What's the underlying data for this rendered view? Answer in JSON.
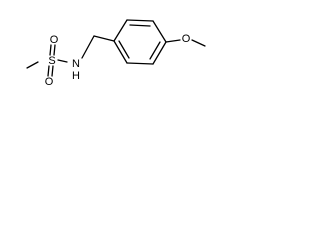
{
  "molecule": {
    "atoms": {
      "sulfur": "S",
      "oxygen_top": "O",
      "oxygen_bottom": "O",
      "nitrogen": "N",
      "hydrogen": "H",
      "oxygen_methoxy": "O"
    },
    "colors": {
      "bond": "#000000",
      "label": "#000000",
      "background": "#ffffff"
    }
  }
}
